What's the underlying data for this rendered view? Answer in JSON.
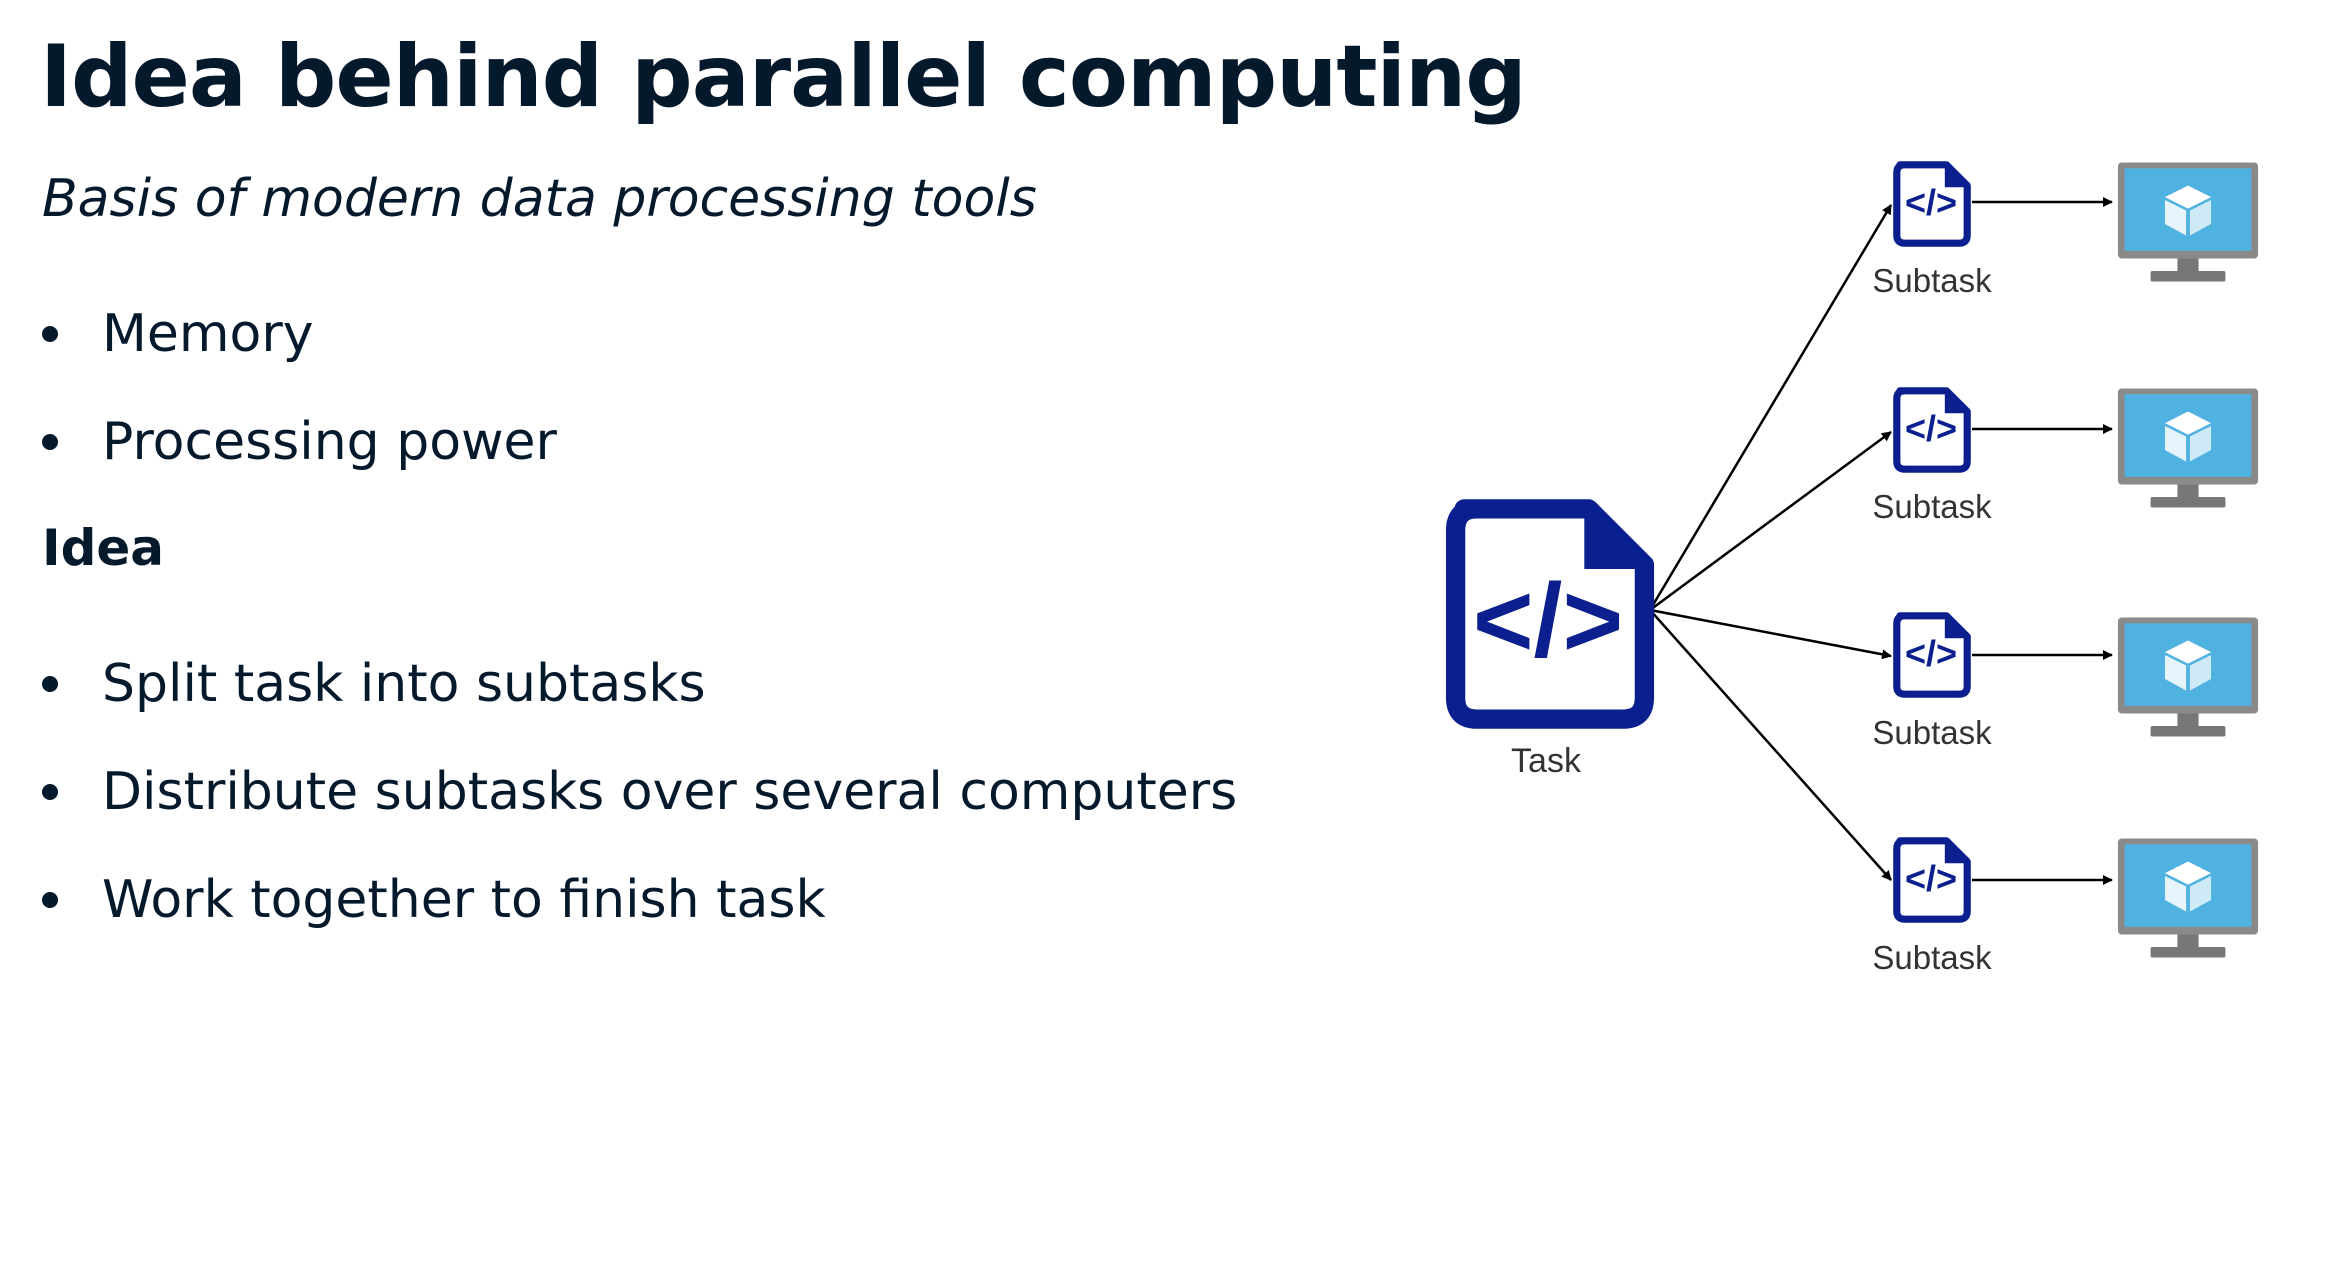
{
  "slide": {
    "title": "Idea behind parallel computing",
    "subtitle": "Basis of modern data processing tools",
    "resources": [
      "Memory",
      "Processing power"
    ],
    "idea_heading": "Idea",
    "idea_points": [
      "Split task into subtasks",
      "Distribute subtasks over several computers",
      "Work together to finish task"
    ]
  },
  "diagram": {
    "task": {
      "label": "Task",
      "icon": "code-file-icon",
      "code_glyph": "</>"
    },
    "subtasks": [
      {
        "label": "Subtask",
        "icon": "code-file-icon",
        "code_glyph": "</>",
        "computer_icon": "computer-monitor-icon"
      },
      {
        "label": "Subtask",
        "icon": "code-file-icon",
        "code_glyph": "</>",
        "computer_icon": "computer-monitor-icon"
      },
      {
        "label": "Subtask",
        "icon": "code-file-icon",
        "code_glyph": "</>",
        "computer_icon": "computer-monitor-icon"
      },
      {
        "label": "Subtask",
        "icon": "code-file-icon",
        "code_glyph": "</>",
        "computer_icon": "computer-monitor-icon"
      }
    ],
    "colors": {
      "text": "#05192d",
      "code_icon": "#0b1f8f",
      "screen": "#4fb2e0",
      "monitor": "#8a8a8a",
      "arrow": "#000000"
    }
  }
}
